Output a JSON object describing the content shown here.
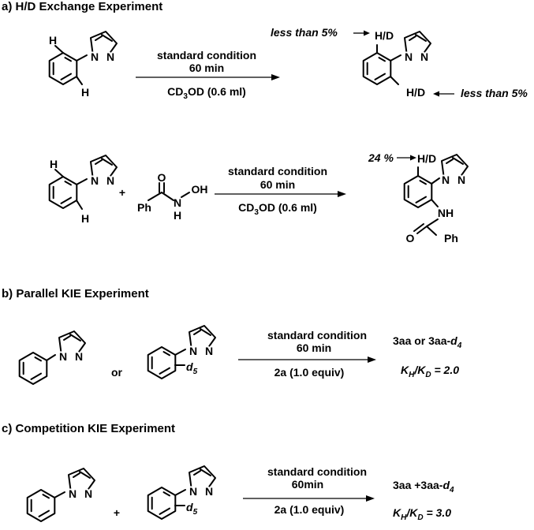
{
  "sections": {
    "a": {
      "header": "a)  H/D Exchange Experiment"
    },
    "b": {
      "header": "b) Parallel KIE Experiment"
    },
    "c": {
      "header": "c) Competition KIE Experiment"
    }
  },
  "atoms": {
    "N": "N",
    "H": "H",
    "HD": "H/D",
    "NH": "NH",
    "O": "O",
    "OH": "OH",
    "Ph": "Ph",
    "plus": "+",
    "or": "or",
    "d5": "d5"
  },
  "reaction_a1": {
    "cond_line1": "standard condition",
    "cond_line2": "60 min",
    "solvent": "CD3OD (0.6 ml)",
    "note_top": "less than 5%",
    "note_bottom": "less than 5%"
  },
  "reaction_a2": {
    "cond_line1": "standard condition",
    "cond_line2": "60 min",
    "solvent": "CD3OD (0.6 ml)",
    "note": "24 %"
  },
  "reaction_b": {
    "cond_line1": "standard condition",
    "cond_line2": "60 min",
    "reagent": "2a (1.0 equiv)",
    "product": "3aa or 3aa-d4",
    "kie": "KH/KD = 2.0"
  },
  "reaction_c": {
    "cond_line1": "standard condition",
    "cond_line2": "60min",
    "reagent": "2a (1.0 equiv)",
    "product": "3aa +3aa-d4",
    "kie": "KH/KD = 3.0"
  }
}
